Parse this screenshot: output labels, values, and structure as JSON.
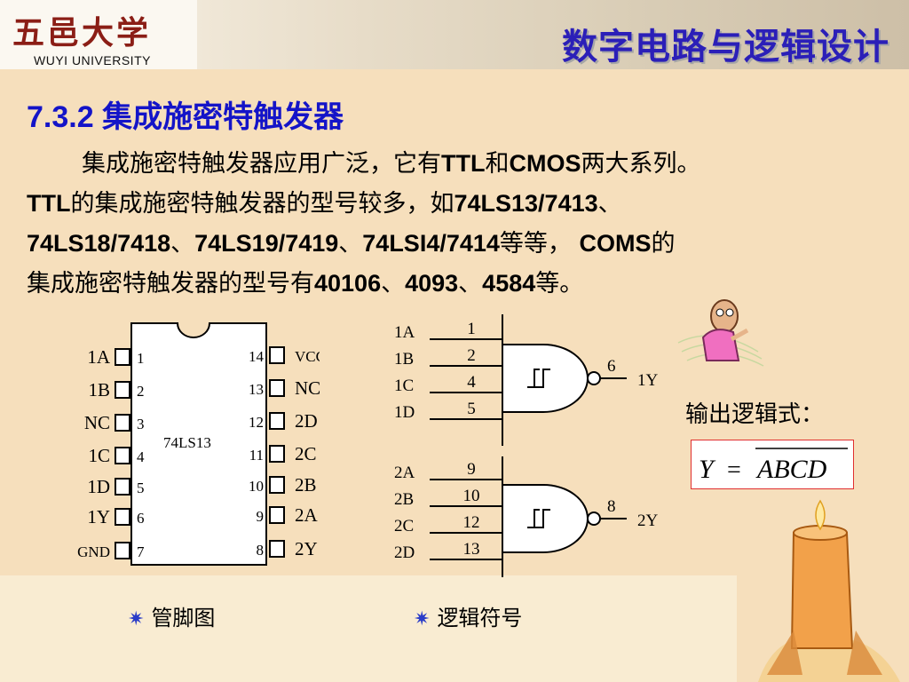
{
  "header": {
    "logo_cn": "五邑大学",
    "logo_en": "WUYI UNIVERSITY",
    "course_title": "数字电路与逻辑设计"
  },
  "section": {
    "title": "7.3.2 集成施密特触发器"
  },
  "paragraph": {
    "line1_a": "集成施密特触发器应用广泛，它有",
    "line1_b": "TTL",
    "line1_c": "和",
    "line1_d": "CMOS",
    "line1_e": "两大系列。",
    "line2_a": "TTL",
    "line2_b": "的集成施密特触发器的型号较多，如",
    "line2_c": "74LS13/7413",
    "line2_d": "、",
    "line3_a": "74LS18/7418",
    "line3_b": "、",
    "line3_c": "74LS19/7419",
    "line3_d": "、",
    "line3_e": "74LSI4/7414",
    "line3_f": "等等，",
    "line3_g": "COMS",
    "line3_h": "的",
    "line4_a": "集成施密特触发器的型号有",
    "line4_b": "40106",
    "line4_c": "、",
    "line4_d": "4093",
    "line4_e": "、",
    "line4_f": "4584",
    "line4_g": "等。"
  },
  "pinout": {
    "chip_label": "74LS13",
    "left_pins": [
      {
        "name": "1A",
        "num": "1"
      },
      {
        "name": "1B",
        "num": "2"
      },
      {
        "name": "NC",
        "num": "3"
      },
      {
        "name": "1C",
        "num": "4"
      },
      {
        "name": "1D",
        "num": "5"
      },
      {
        "name": "1Y",
        "num": "6"
      },
      {
        "name": "GND",
        "num": "7"
      }
    ],
    "right_pins": [
      {
        "name": "VCC",
        "num": "14"
      },
      {
        "name": "NC",
        "num": "13"
      },
      {
        "name": "2D",
        "num": "12"
      },
      {
        "name": "2C",
        "num": "11"
      },
      {
        "name": "2B",
        "num": "10"
      },
      {
        "name": "2A",
        "num": "9"
      },
      {
        "name": "2Y",
        "num": "8"
      }
    ],
    "caption": "管脚图"
  },
  "logic_symbol": {
    "gate1": {
      "inputs": [
        {
          "name": "1A",
          "pin": "1"
        },
        {
          "name": "1B",
          "pin": "2"
        },
        {
          "name": "1C",
          "pin": "4"
        },
        {
          "name": "1D",
          "pin": "5"
        }
      ],
      "output": {
        "name": "1Y",
        "pin": "6"
      }
    },
    "gate2": {
      "inputs": [
        {
          "name": "2A",
          "pin": "9"
        },
        {
          "name": "2B",
          "pin": "10"
        },
        {
          "name": "2C",
          "pin": "12"
        },
        {
          "name": "2D",
          "pin": "13"
        }
      ],
      "output": {
        "name": "2Y",
        "pin": "8"
      }
    },
    "caption": "逻辑符号"
  },
  "output_expr": {
    "label": "输出逻辑式：",
    "lhs": "Y",
    "eq": "=",
    "rhs": "ABCD"
  }
}
